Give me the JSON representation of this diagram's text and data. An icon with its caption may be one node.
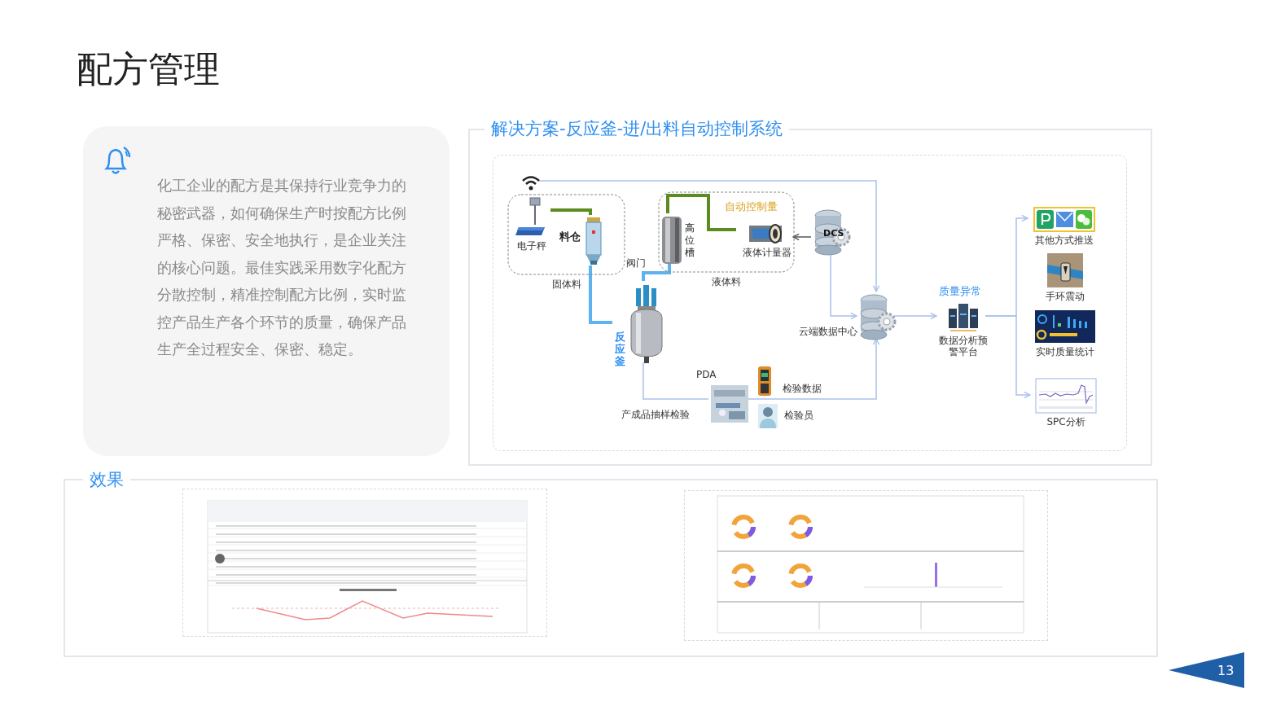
{
  "diagram": {
    "title": "配方管理",
    "nodes": [
      {
        "text": [
          "化工企业的配方是其保持行业竞争力的秘密武器，如何确保生产时按配方比例严格、保密、安全地执行，是企业关注的核心问题。最佳实践采用数字化配方分散控制，精准控制配方比例，实时监控产品生产各个环节的质量，确保产品生产全过程安全、保密、稳定。"
        ]
      },
      {
        "text": [
          "解决方案-反应釜-进/出料自动控制系统"
        ]
      },
      {
        "text": [],
        "shape": "box",
        "in": 1
      },
      {
        "text": [
          "固体料"
        ],
        "in": 2
      },
      {
        "text": [
          "电子秤"
        ],
        "in": 3
      },
      {
        "text": [
          "料仓"
        ],
        "in": 3
      },
      {
        "text": [
          "自动控制量",
          "液体料"
        ],
        "in": 2
      },
      {
        "text": [
          "高位槽"
        ],
        "in": 6
      },
      {
        "text": [
          "液体计量器"
        ],
        "in": 6
      },
      {
        "text": [
          "DCS"
        ],
        "in": 2
      },
      {
        "text": [
          "反应釜"
        ],
        "in": 2
      },
      {
        "text": [],
        "shape": "picture",
        "in": 2
      },
      {
        "text": [],
        "shape": "picture",
        "in": 2,
        "beside": [
          "云端数据中心"
        ]
      },
      {
        "text": [
          "数据分析预警平台"
        ],
        "in": 2,
        "beside": [
          "质量异常"
        ]
      },
      {
        "text": [],
        "shape": "picture",
        "in": 2,
        "beside": [
          "产成品抽样检验"
        ]
      },
      {
        "text": [
          "其他方式推送"
        ],
        "in": 2
      },
      {
        "text": [
          "手环震动"
        ],
        "in": 2
      },
      {
        "text": [
          "实时质量统计"
        ],
        "in": 2
      },
      {
        "text": [
          "SPC分析"
        ],
        "in": 2
      },
      {
        "text": [
          "效果"
        ]
      },
      {
        "text": [],
        "shape": "picture",
        "in": 19
      },
      {
        "text": [],
        "shape": "picture",
        "in": 19
      }
    ],
    "edges": [
      {
        "from": 11,
        "to": 12,
        "arrow": "to"
      },
      {
        "from": 4,
        "to": 5,
        "arrow": "none",
        "style": "thick",
        "color": "#5b8c1f"
      },
      {
        "from": 5,
        "to": 10,
        "arrow": "none",
        "style": "thick",
        "color": "#5cb3f0"
      },
      {
        "from": 7,
        "to": 10,
        "arrow": "none",
        "style": "thick",
        "color": "#5cb3f0",
        "label": "阀门"
      },
      {
        "from": 8,
        "to": 7,
        "arrow": "none",
        "style": "thick",
        "color": "#5b8c1f"
      },
      {
        "from": 9,
        "to": 8,
        "arrow": "to",
        "color": "#555555"
      },
      {
        "from": 9,
        "to": 12,
        "arrow": "to"
      },
      {
        "from": 10,
        "to": 14,
        "arrow": "none"
      },
      {
        "from": 14,
        "to": 12,
        "arrow": "to"
      },
      {
        "from": 12,
        "to": 13,
        "arrow": "to"
      },
      {
        "from": 13,
        "to": 15,
        "arrow": "to"
      },
      {
        "from": 13,
        "to": 18,
        "arrow": "to"
      }
    ],
    "labels": [
      "PDA",
      "检验数据",
      "检验员",
      "13"
    ]
  }
}
